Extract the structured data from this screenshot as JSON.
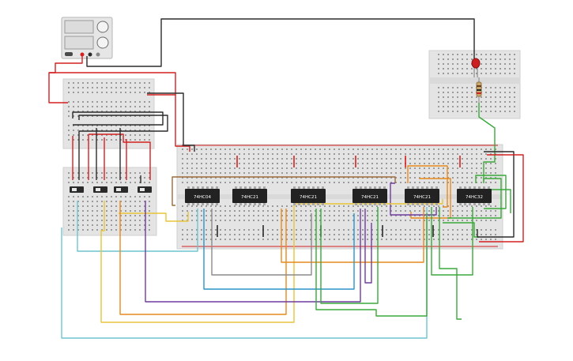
{
  "app": {
    "title": ""
  },
  "power_supply": {
    "display_top": "",
    "display_bottom": ""
  },
  "chips": [
    {
      "label": "74HC04"
    },
    {
      "label": "74HC21"
    },
    {
      "label": "74HC21"
    },
    {
      "label": "74HC21"
    },
    {
      "label": "74HC21"
    },
    {
      "label": "74HC32"
    }
  ],
  "switches": [
    {
      "label": ""
    },
    {
      "label": ""
    },
    {
      "label": ""
    },
    {
      "label": ""
    }
  ],
  "led": {
    "color": "#cc1f1f"
  },
  "colors": {
    "red": "#d42020",
    "black": "#2b2b2b",
    "green": "#3aa93a",
    "blue": "#2b93c9",
    "orange": "#e68a1c",
    "yellow": "#e8c43a",
    "purple": "#6f3c9e",
    "gray": "#8a8a8a",
    "cyan": "#6fc4cf",
    "brown": "#9b6b3a"
  }
}
